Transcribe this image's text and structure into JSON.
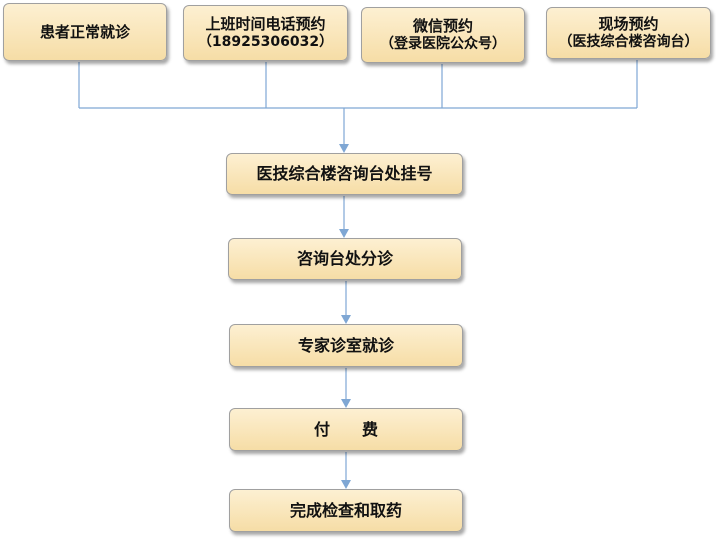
{
  "flowchart": {
    "entry_channels": {
      "walk_in": {
        "label": "患者正常就诊"
      },
      "phone": {
        "label": "上班时间电话预约",
        "detail": "（18925306032）"
      },
      "wechat": {
        "label": "微信预约",
        "detail": "（登录医院公众号）"
      },
      "onsite": {
        "label": "现场预约",
        "detail": "（医技综合楼咨询台）"
      }
    },
    "steps": {
      "register": {
        "label": "医技综合楼咨询台处挂号"
      },
      "triage": {
        "label": "咨询台处分诊"
      },
      "expert": {
        "label": "专家诊室就诊"
      },
      "payment": {
        "label": "付　　费"
      },
      "exam": {
        "label": "完成检查和取药"
      }
    }
  },
  "colors": {
    "node_fill_top": "#fdf0d2",
    "node_fill_bottom": "#f6dda6",
    "node_border": "#a0a0a0",
    "connector": "#7fa7d4"
  }
}
